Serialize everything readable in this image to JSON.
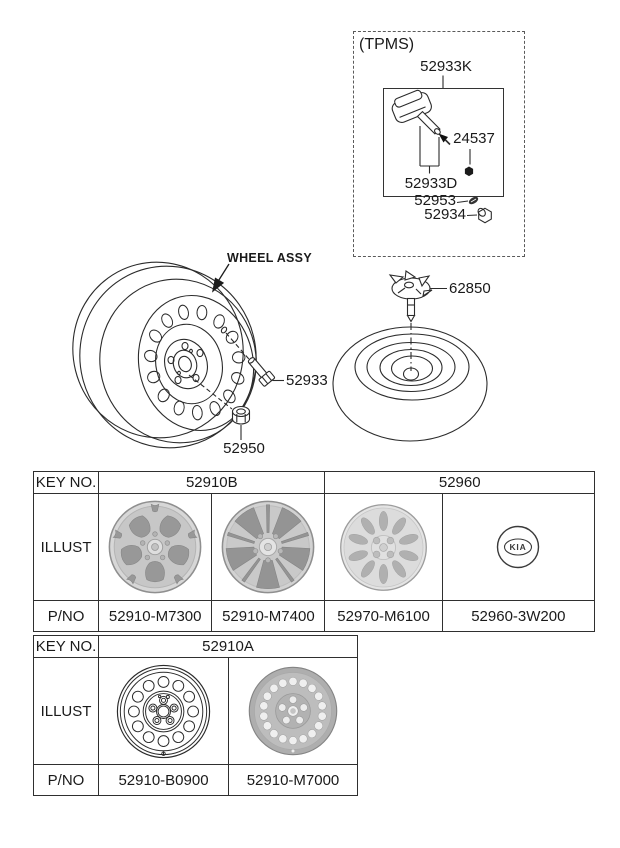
{
  "tpms": {
    "title": "(TPMS)",
    "kit_label": "52933K",
    "screw_label": "24537",
    "sensor_label": "52933D",
    "core_label": "52953",
    "cap_label": "52934"
  },
  "wheel_section": {
    "assy_label": "WHEEL ASSY",
    "valve_label": "52933",
    "nut_label": "52950"
  },
  "spare_section": {
    "clamp_label": "62850"
  },
  "logos": {
    "kia": "KIA"
  },
  "table1": {
    "key_header": "KEY NO.",
    "illust_header": "ILLUST",
    "pno_header": "P/NO",
    "group1_key": "52910B",
    "group2_key": "52960",
    "pno1": "52910-M7300",
    "pno2": "52910-M7400",
    "pno3": "52970-M6100",
    "pno4": "52960-3W200"
  },
  "table2": {
    "key_header": "KEY NO.",
    "illust_header": "ILLUST",
    "pno_header": "P/NO",
    "group1_key": "52910A",
    "pno1": "52910-B0900",
    "pno2": "52910-M7000"
  }
}
